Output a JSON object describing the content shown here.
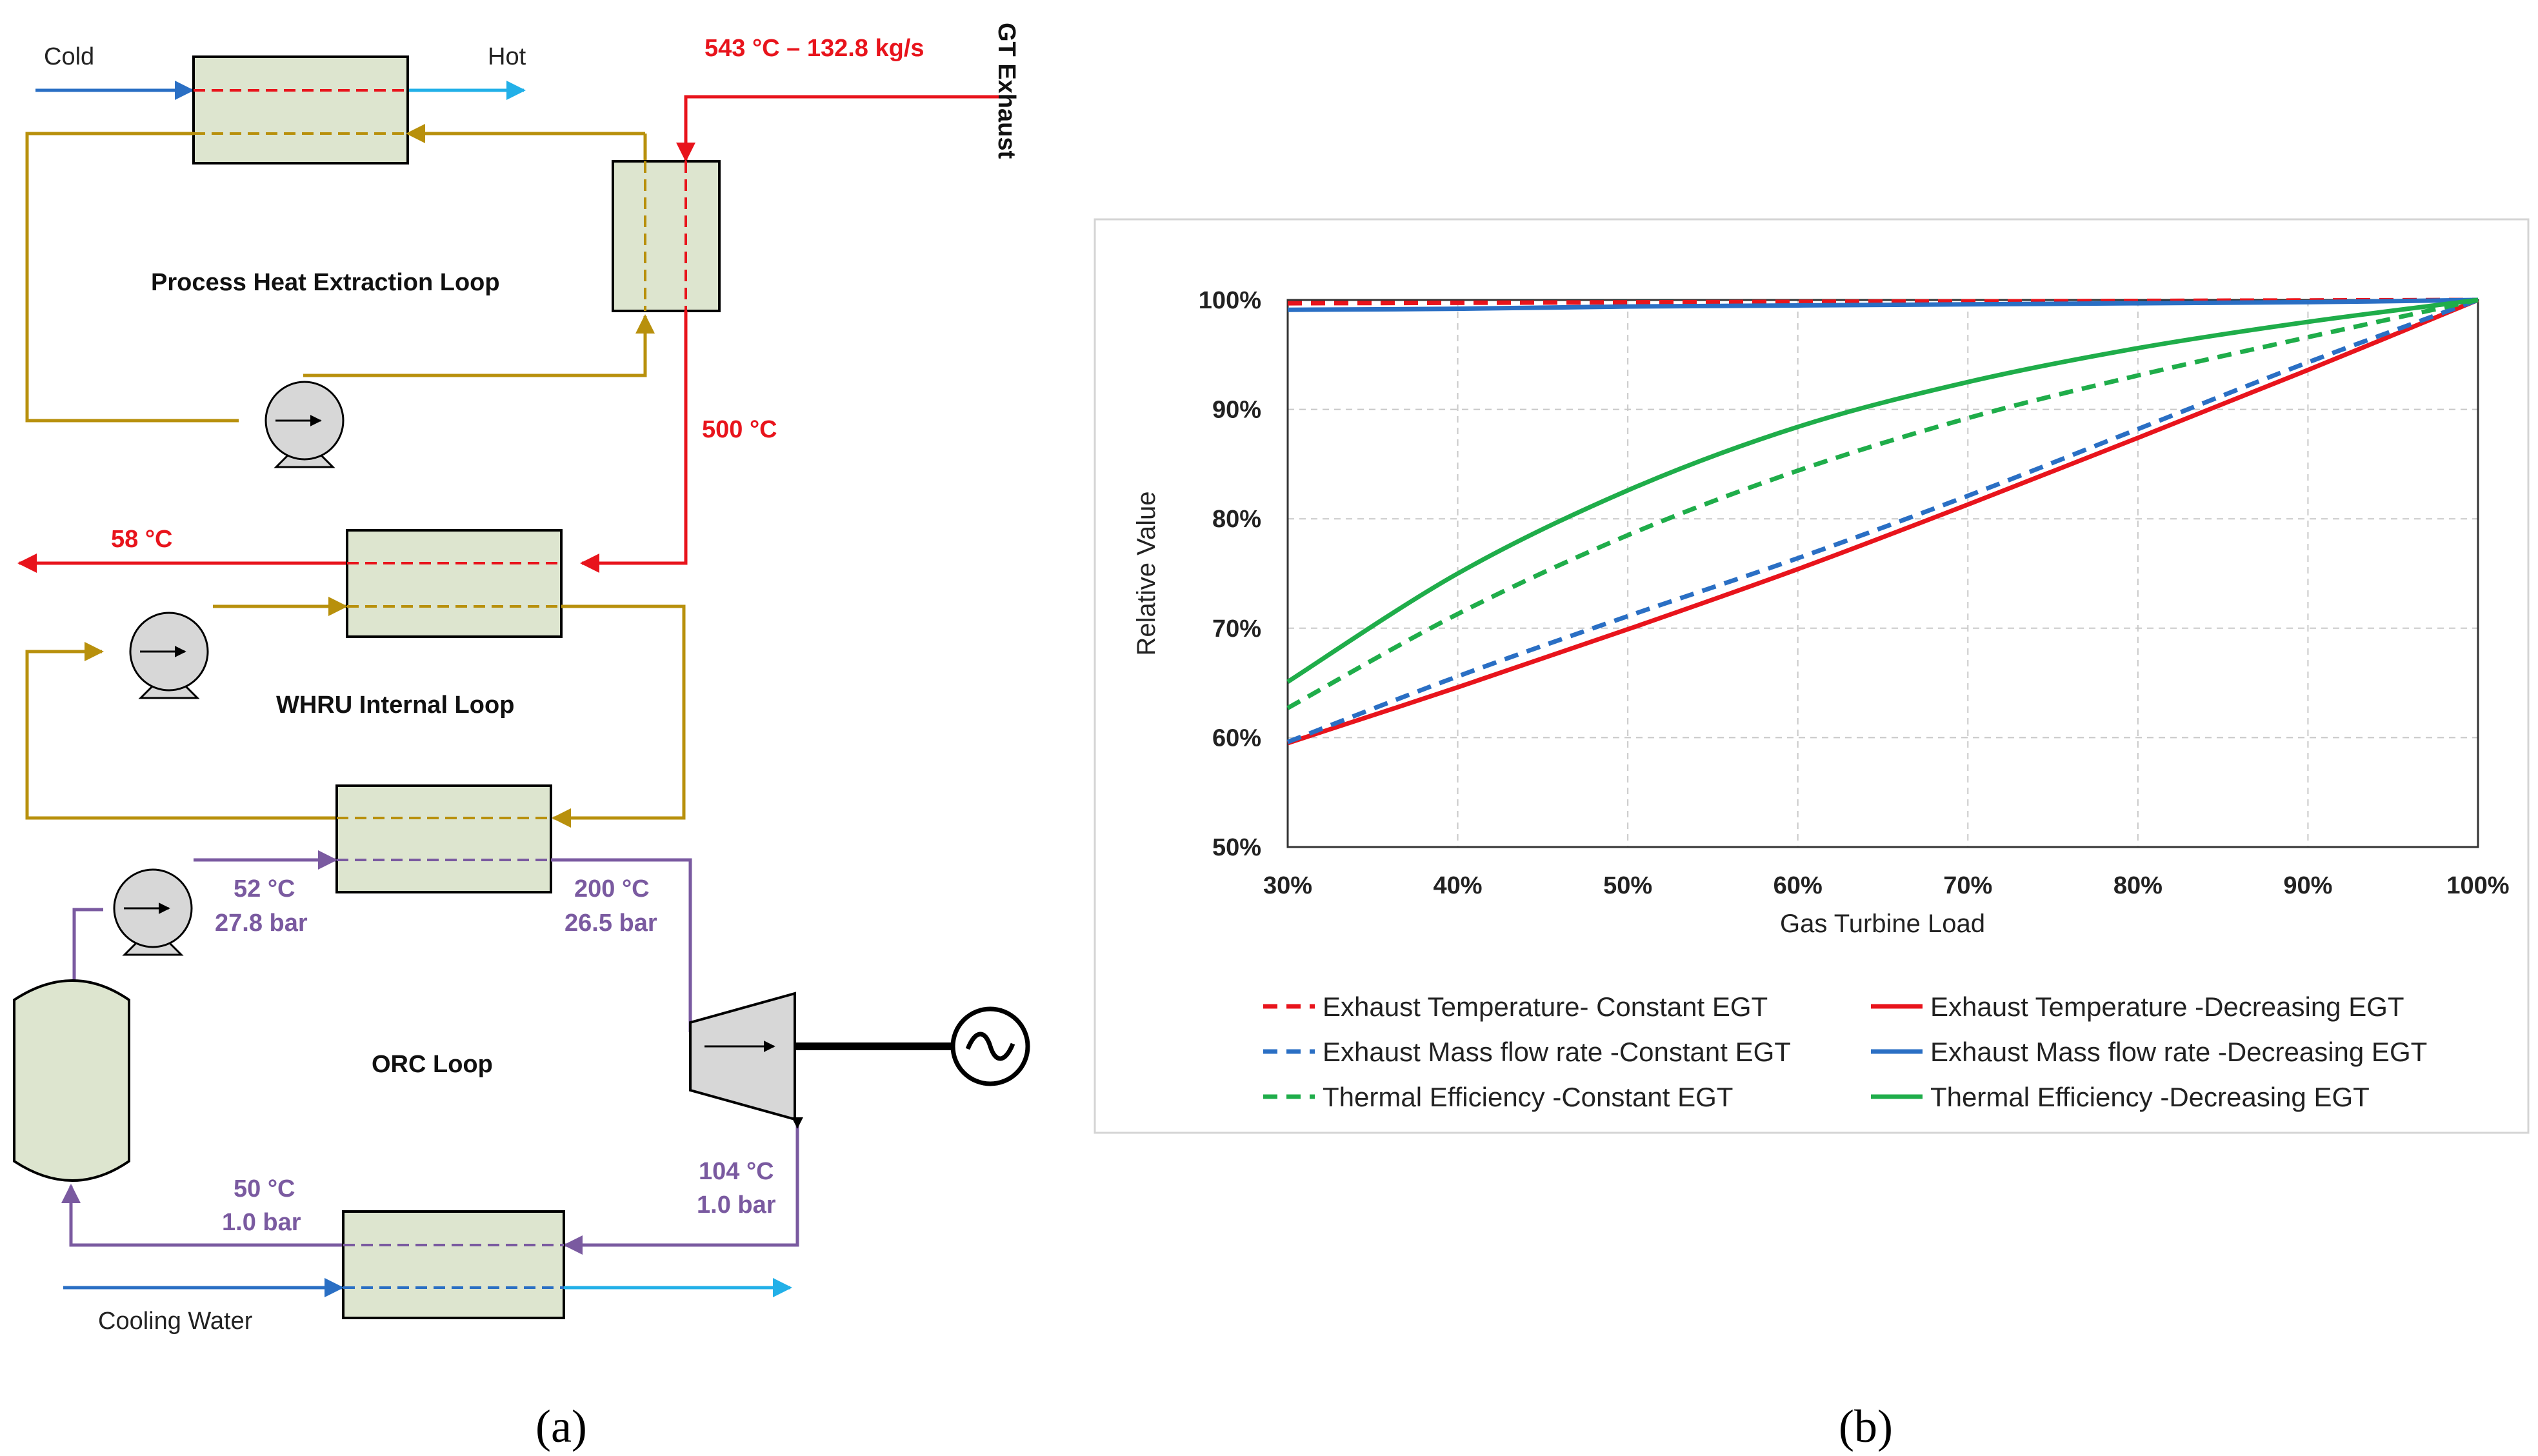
{
  "panel_a": {
    "caption": "(a)",
    "cold_label": "Cold",
    "hot_label": "Hot",
    "gt_exhaust_label": "GT Exhaust",
    "gt_inlet_label": "543 °C – 132.8 kg/s",
    "t500_label": "500 °C",
    "t58_label": "58 °C",
    "process_loop_label": "Process Heat Extraction Loop",
    "whru_loop_label": "WHRU Internal Loop",
    "orc_loop_label": "ORC Loop",
    "pump_out_temp": "52 °C",
    "pump_out_pressure": "27.8 bar",
    "turbine_in_temp": "200 °C",
    "turbine_in_pressure": "26.5 bar",
    "turbine_out_temp": "104 °C",
    "turbine_out_pressure": "1.0 bar",
    "condenser_out_temp": "50 °C",
    "condenser_out_pressure": "1.0 bar",
    "cooling_water_label": "Cooling Water",
    "colors": {
      "exhaust": "#e8141c",
      "thermal_oil": "#b8900c",
      "orc": "#7a5aa0",
      "water_dark": "#2a6fc4",
      "water_light": "#22b0e8",
      "equipment_fill": "#dde5cf"
    }
  },
  "panel_b": {
    "caption": "(b)"
  },
  "chart_data": {
    "type": "line",
    "xlabel": "Gas Turbine Load",
    "ylabel": "Relative Value",
    "x_ticks": [
      "30%",
      "40%",
      "50%",
      "60%",
      "70%",
      "80%",
      "90%",
      "100%"
    ],
    "y_ticks": [
      "50%",
      "60%",
      "70%",
      "80%",
      "90%",
      "100%"
    ],
    "xlim": [
      30,
      100
    ],
    "ylim": [
      50,
      100
    ],
    "grid": true,
    "legend_position": "bottom",
    "series": [
      {
        "name": "Exhaust Temperature- Constant EGT",
        "color": "#e8141c",
        "dash": true,
        "x": [
          30,
          100
        ],
        "y": [
          99.7,
          100
        ]
      },
      {
        "name": "Exhaust Temperature -Decreasing EGT",
        "color": "#e8141c",
        "dash": false,
        "x": [
          30,
          40,
          50,
          60,
          70,
          80,
          90,
          100
        ],
        "y": [
          59.5,
          64.6,
          69.9,
          75.4,
          81.3,
          87.4,
          93.6,
          100
        ]
      },
      {
        "name": "Exhaust Mass flow rate -Constant EGT",
        "color": "#2a6fc4",
        "dash": true,
        "x": [
          30,
          40,
          50,
          60,
          70,
          80,
          90,
          100
        ],
        "y": [
          59.6,
          65.6,
          71.1,
          76.4,
          82.1,
          88.2,
          94.3,
          100
        ]
      },
      {
        "name": "Exhaust Mass flow rate -Decreasing EGT",
        "color": "#2a6fc4",
        "dash": false,
        "x": [
          30,
          40,
          50,
          60,
          70,
          80,
          90,
          100
        ],
        "y": [
          99.1,
          99.2,
          99.4,
          99.5,
          99.6,
          99.7,
          99.8,
          100
        ]
      },
      {
        "name": "Thermal Efficiency -Constant EGT",
        "color": "#1fad4a",
        "dash": true,
        "x": [
          30,
          40,
          50,
          60,
          70,
          80,
          90,
          100
        ],
        "y": [
          62.7,
          71.3,
          78.5,
          84.4,
          89.2,
          93.1,
          96.6,
          100
        ]
      },
      {
        "name": "Thermal Efficiency -Decreasing EGT",
        "color": "#1fad4a",
        "dash": false,
        "x": [
          30,
          40,
          50,
          60,
          70,
          80,
          90,
          100
        ],
        "y": [
          65.1,
          75.0,
          82.6,
          88.4,
          92.5,
          95.6,
          98.0,
          100
        ]
      }
    ]
  }
}
